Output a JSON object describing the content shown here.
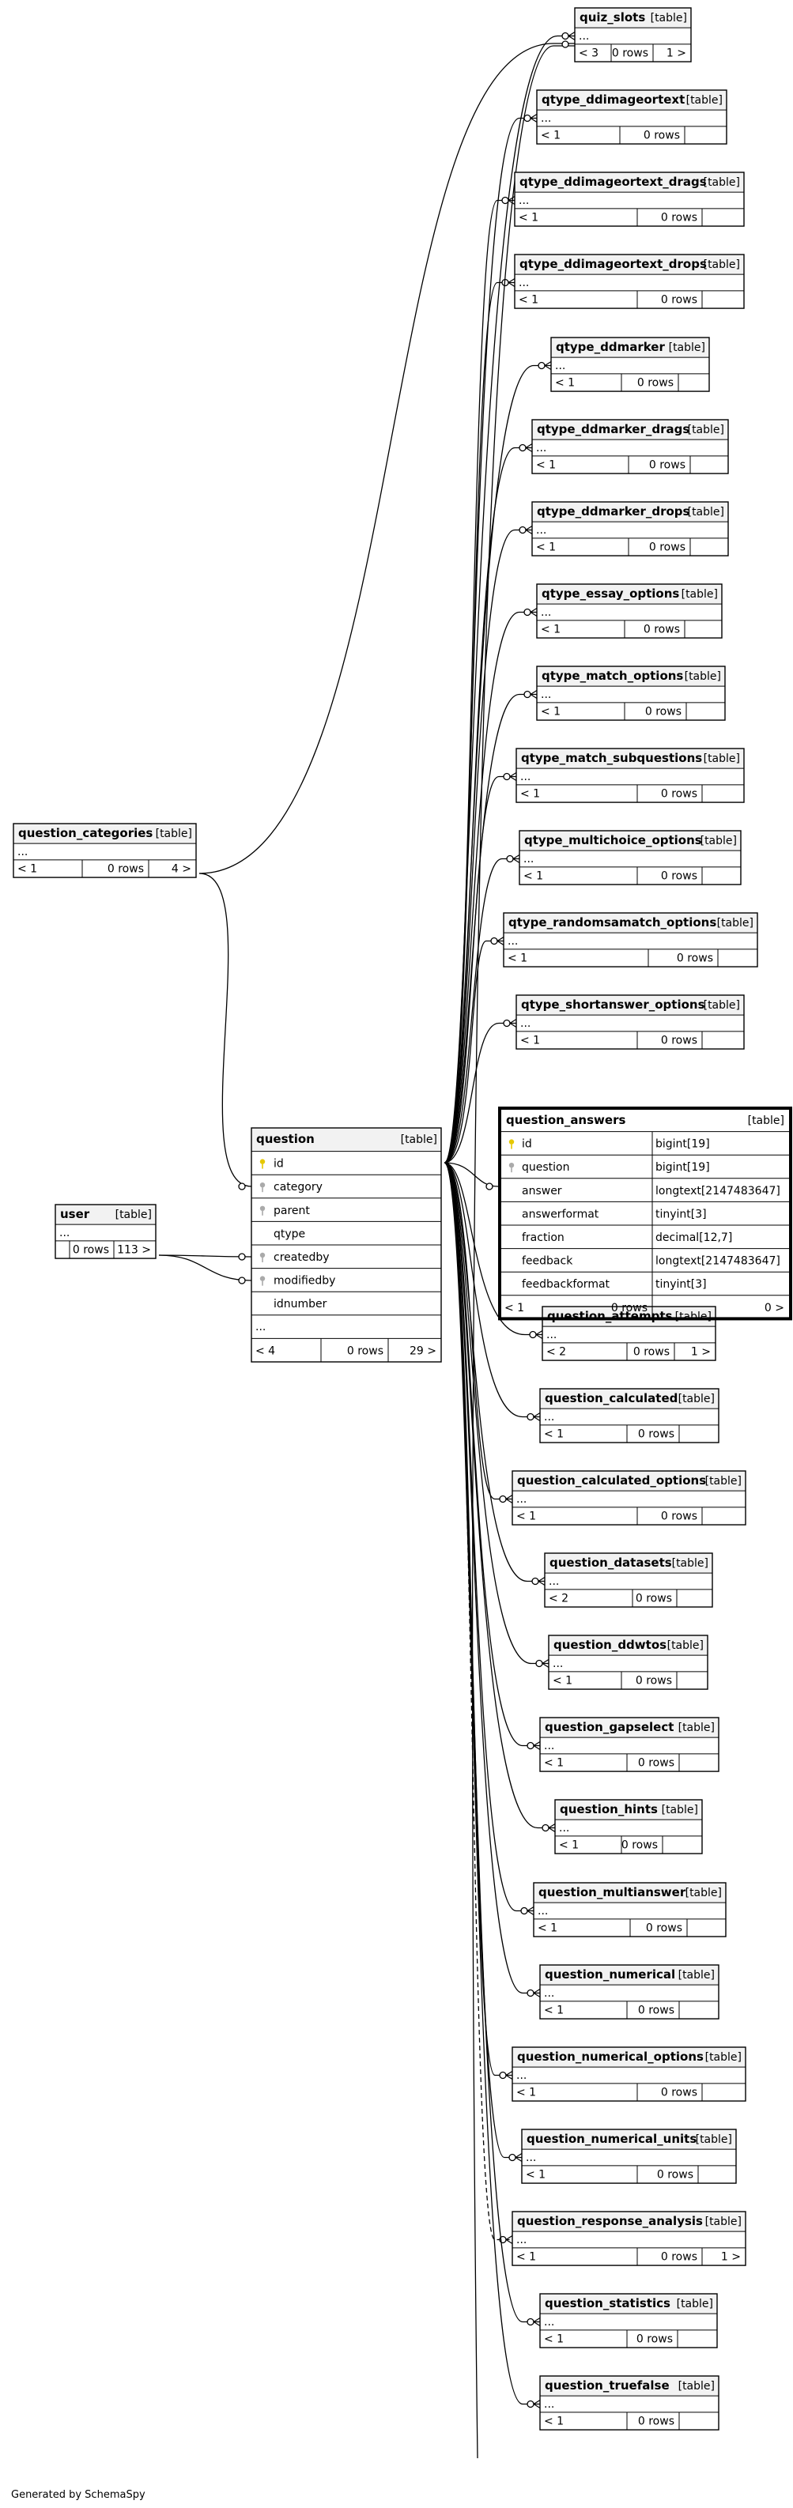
{
  "footer": "Generated by SchemaSpy",
  "tag_table": "[table]",
  "ellipsis": "...",
  "tables": [
    {
      "id": "quiz_slots",
      "name": "quiz_slots",
      "parents": "< 3",
      "rows": "0 rows",
      "children": "1 >"
    },
    {
      "id": "qtype_ddimageortext",
      "name": "qtype_ddimageortext",
      "parents": "< 1",
      "rows": "0 rows",
      "children": ""
    },
    {
      "id": "qtype_ddimageortext_drags",
      "name": "qtype_ddimageortext_drags",
      "parents": "< 1",
      "rows": "0 rows",
      "children": ""
    },
    {
      "id": "qtype_ddimageortext_drops",
      "name": "qtype_ddimageortext_drops",
      "parents": "< 1",
      "rows": "0 rows",
      "children": ""
    },
    {
      "id": "qtype_ddmarker",
      "name": "qtype_ddmarker",
      "parents": "< 1",
      "rows": "0 rows",
      "children": ""
    },
    {
      "id": "qtype_ddmarker_drags",
      "name": "qtype_ddmarker_drags",
      "parents": "< 1",
      "rows": "0 rows",
      "children": ""
    },
    {
      "id": "qtype_ddmarker_drops",
      "name": "qtype_ddmarker_drops",
      "parents": "< 1",
      "rows": "0 rows",
      "children": ""
    },
    {
      "id": "qtype_essay_options",
      "name": "qtype_essay_options",
      "parents": "< 1",
      "rows": "0 rows",
      "children": ""
    },
    {
      "id": "qtype_match_options",
      "name": "qtype_match_options",
      "parents": "< 1",
      "rows": "0 rows",
      "children": ""
    },
    {
      "id": "qtype_match_subquestions",
      "name": "qtype_match_subquestions",
      "parents": "< 1",
      "rows": "0 rows",
      "children": ""
    },
    {
      "id": "qtype_multichoice_options",
      "name": "qtype_multichoice_options",
      "parents": "< 1",
      "rows": "0 rows",
      "children": ""
    },
    {
      "id": "qtype_randomsamatch_options",
      "name": "qtype_randomsamatch_options",
      "parents": "< 1",
      "rows": "0 rows",
      "children": ""
    },
    {
      "id": "qtype_shortanswer_options",
      "name": "qtype_shortanswer_options",
      "parents": "< 1",
      "rows": "0 rows",
      "children": ""
    },
    {
      "id": "question_categories",
      "name": "question_categories",
      "parents": "< 1",
      "rows": "0 rows",
      "children": "4 >"
    },
    {
      "id": "user",
      "name": "user",
      "parents": "",
      "rows": "0 rows",
      "children": "113 >"
    },
    {
      "id": "question_attempts",
      "name": "question_attempts",
      "parents": "< 2",
      "rows": "0 rows",
      "children": "1 >"
    },
    {
      "id": "question_calculated",
      "name": "question_calculated",
      "parents": "< 1",
      "rows": "0 rows",
      "children": ""
    },
    {
      "id": "question_calculated_options",
      "name": "question_calculated_options",
      "parents": "< 1",
      "rows": "0 rows",
      "children": ""
    },
    {
      "id": "question_datasets",
      "name": "question_datasets",
      "parents": "< 2",
      "rows": "0 rows",
      "children": ""
    },
    {
      "id": "question_ddwtos",
      "name": "question_ddwtos",
      "parents": "< 1",
      "rows": "0 rows",
      "children": ""
    },
    {
      "id": "question_gapselect",
      "name": "question_gapselect",
      "parents": "< 1",
      "rows": "0 rows",
      "children": ""
    },
    {
      "id": "question_hints",
      "name": "question_hints",
      "parents": "< 1",
      "rows": "0 rows",
      "children": ""
    },
    {
      "id": "question_multianswer",
      "name": "question_multianswer",
      "parents": "< 1",
      "rows": "0 rows",
      "children": ""
    },
    {
      "id": "question_numerical",
      "name": "question_numerical",
      "parents": "< 1",
      "rows": "0 rows",
      "children": ""
    },
    {
      "id": "question_numerical_options",
      "name": "question_numerical_options",
      "parents": "< 1",
      "rows": "0 rows",
      "children": ""
    },
    {
      "id": "question_numerical_units",
      "name": "question_numerical_units",
      "parents": "< 1",
      "rows": "0 rows",
      "children": ""
    },
    {
      "id": "question_response_analysis",
      "name": "question_response_analysis",
      "parents": "< 1",
      "rows": "0 rows",
      "children": "1 >"
    },
    {
      "id": "question_statistics",
      "name": "question_statistics",
      "parents": "< 1",
      "rows": "0 rows",
      "children": ""
    },
    {
      "id": "question_truefalse",
      "name": "question_truefalse",
      "parents": "< 1",
      "rows": "0 rows",
      "children": ""
    }
  ],
  "question": {
    "name": "question",
    "columns": [
      {
        "name": "id",
        "key": "pk"
      },
      {
        "name": "category",
        "key": "fk"
      },
      {
        "name": "parent",
        "key": "fk"
      },
      {
        "name": "qtype",
        "key": ""
      },
      {
        "name": "createdby",
        "key": "fk"
      },
      {
        "name": "modifiedby",
        "key": "fk"
      },
      {
        "name": "idnumber",
        "key": ""
      }
    ],
    "parents": "< 4",
    "rows": "0 rows",
    "children": "29 >"
  },
  "question_answers": {
    "name": "question_answers",
    "columns": [
      {
        "name": "id",
        "type": "bigint[19]",
        "key": "pk"
      },
      {
        "name": "question",
        "type": "bigint[19]",
        "key": "fk"
      },
      {
        "name": "answer",
        "type": "longtext[2147483647]",
        "key": ""
      },
      {
        "name": "answerformat",
        "type": "tinyint[3]",
        "key": ""
      },
      {
        "name": "fraction",
        "type": "decimal[12,7]",
        "key": ""
      },
      {
        "name": "feedback",
        "type": "longtext[2147483647]",
        "key": ""
      },
      {
        "name": "feedbackformat",
        "type": "tinyint[3]",
        "key": ""
      }
    ],
    "parents": "< 1",
    "rows": "0 rows",
    "children": "0 >"
  }
}
